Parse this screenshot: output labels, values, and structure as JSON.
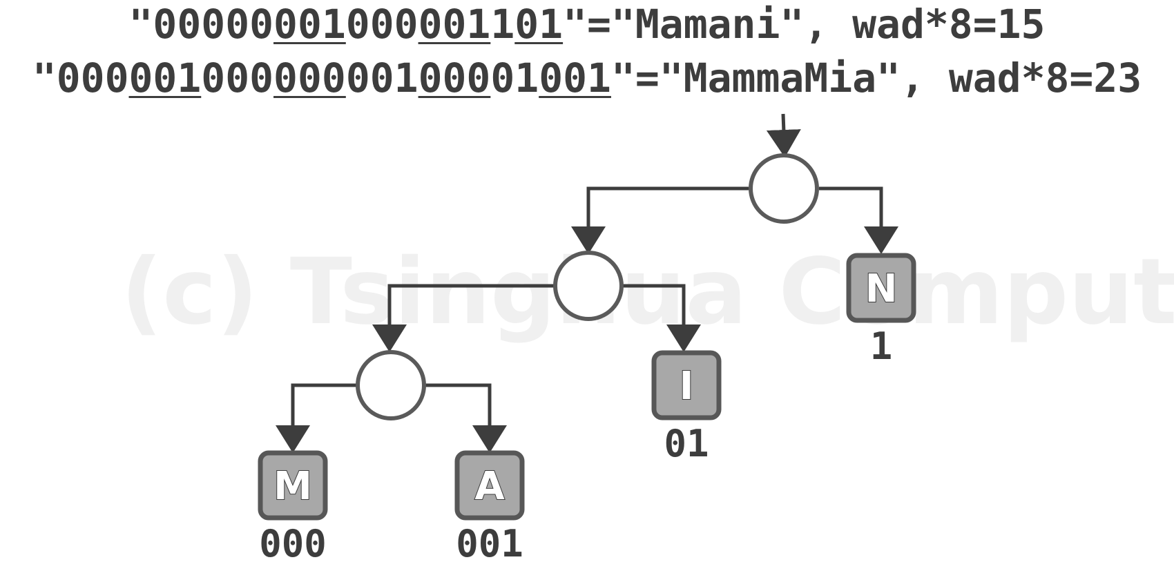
{
  "equations": [
    {
      "segments": [
        {
          "text": "\"00000",
          "u": false
        },
        {
          "text": "001",
          "u": true
        },
        {
          "text": "000",
          "u": false
        },
        {
          "text": "001",
          "u": true
        },
        {
          "text": "1",
          "u": false
        },
        {
          "text": "01",
          "u": true
        },
        {
          "text": "\"=\"Mamani\", wad*8=15",
          "u": false
        }
      ]
    },
    {
      "segments": [
        {
          "text": "\"000",
          "u": false
        },
        {
          "text": "001",
          "u": true
        },
        {
          "text": "000",
          "u": false
        },
        {
          "text": "000",
          "u": true
        },
        {
          "text": "001",
          "u": false
        },
        {
          "text": "000",
          "u": true
        },
        {
          "text": "01",
          "u": false
        },
        {
          "text": "001",
          "u": true
        },
        {
          "text": "\"=\"MammaMia\", wad*8=23",
          "u": false
        }
      ]
    }
  ],
  "watermark": "(c) Tsinghua Computer",
  "tree": {
    "leaves": [
      {
        "id": "M",
        "letter": "M",
        "code": "000"
      },
      {
        "id": "A",
        "letter": "A",
        "code": "001"
      },
      {
        "id": "I",
        "letter": "I",
        "code": "01"
      },
      {
        "id": "N",
        "letter": "N",
        "code": "1"
      }
    ]
  },
  "colors": {
    "stroke": "#3d3d3d",
    "node_stroke": "#5a5a5a",
    "leaf_fill": "#a8a8a8",
    "leaf_border": "#575757"
  }
}
